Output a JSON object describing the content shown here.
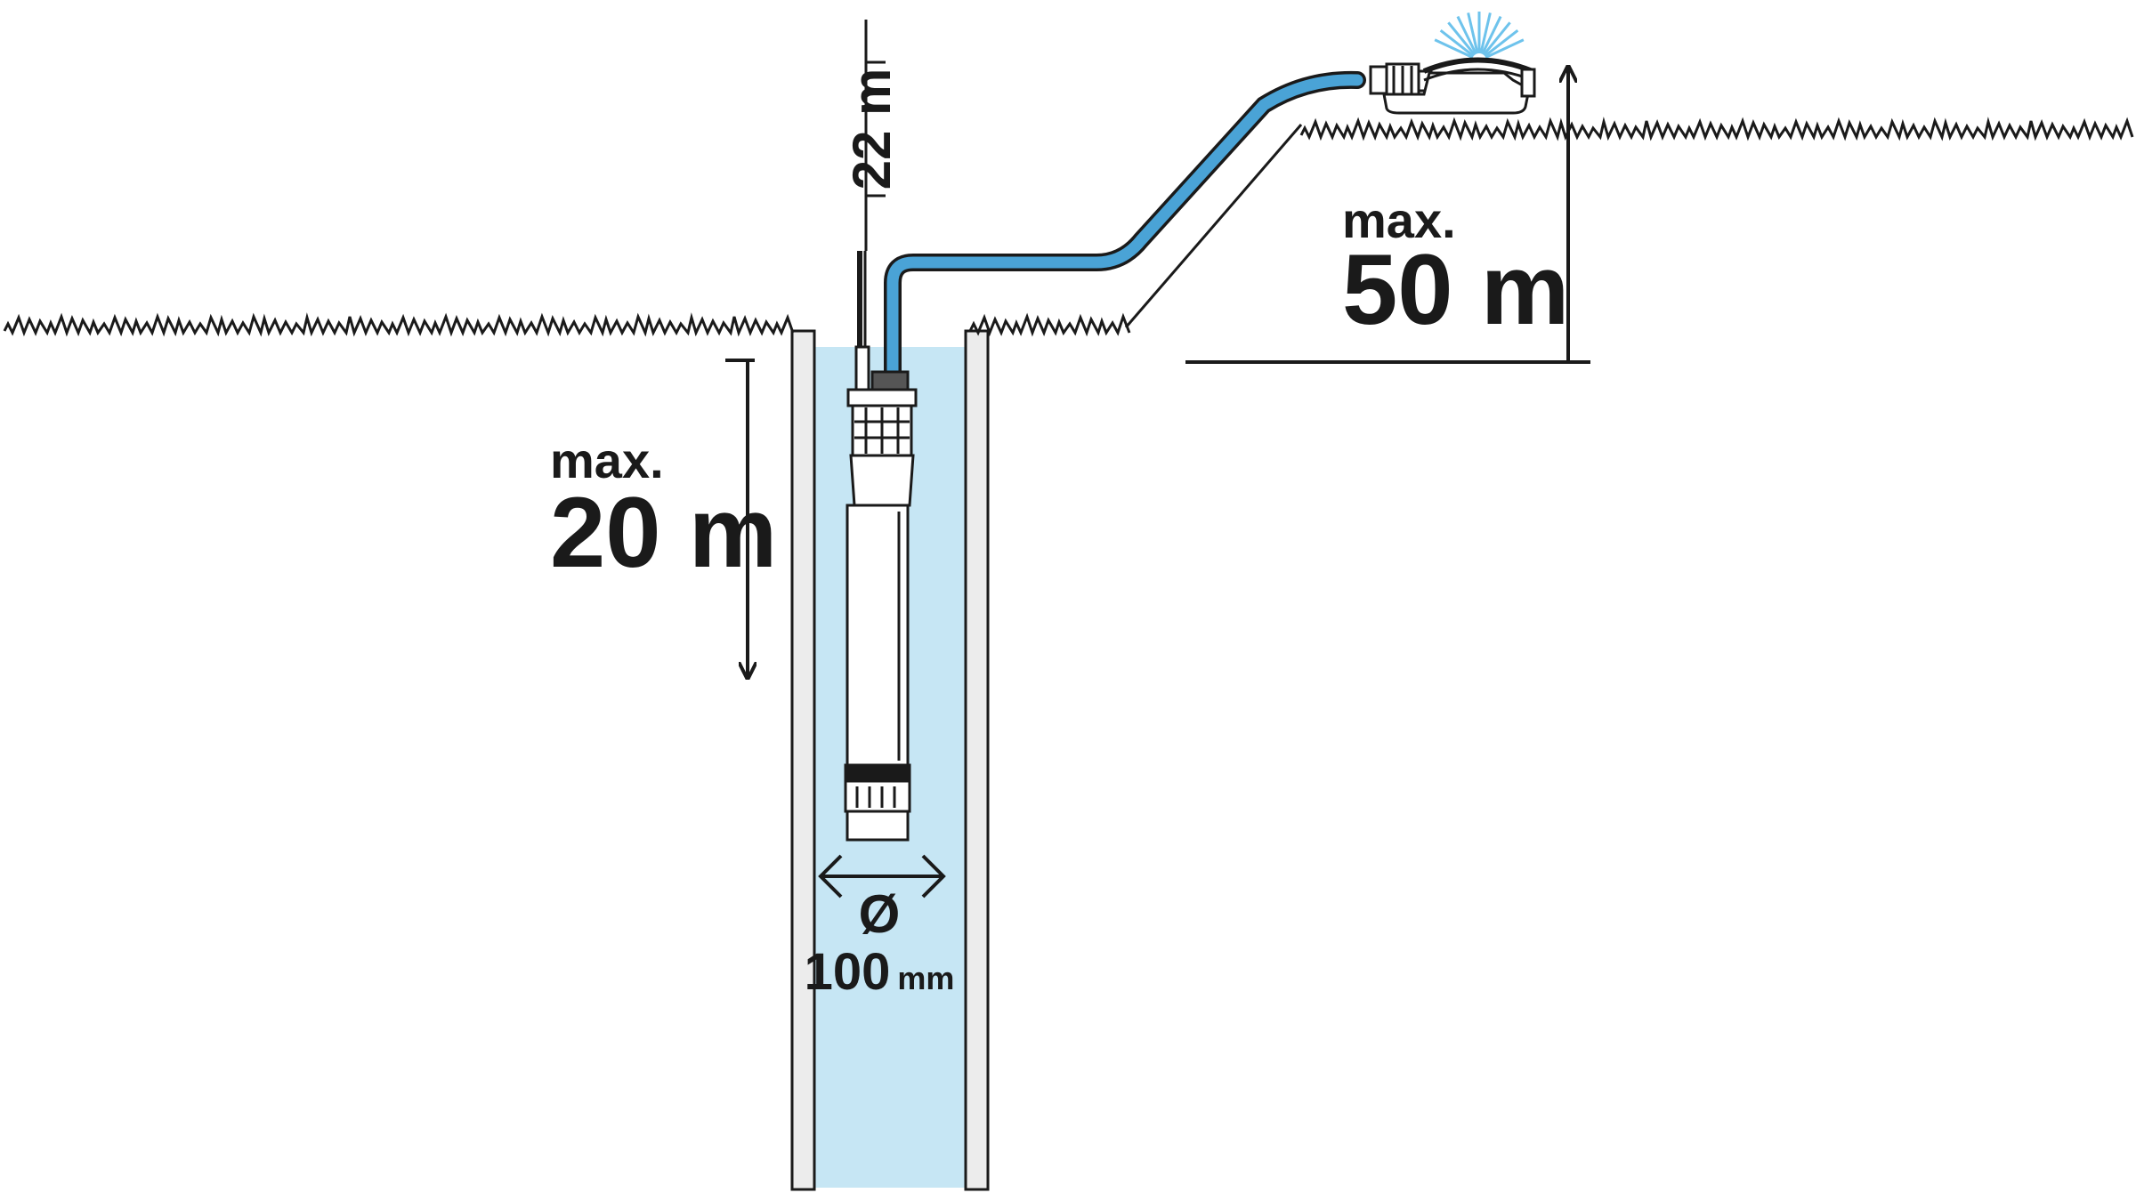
{
  "labels": {
    "depth_prefix": "max.",
    "depth_value": "20 m",
    "head_prefix": "max.",
    "head_value": "50 m",
    "cable_length": "22 m",
    "diameter_symbol": "Ø",
    "diameter_value": "100",
    "diameter_unit": "mm"
  },
  "colors": {
    "water": "#c6e6f4",
    "hose": "#4aa3d6",
    "line": "#1a1a1a",
    "casing": "#ececec",
    "spray": "#6ec3ec"
  },
  "icons": [
    "submersible-pump-icon",
    "sprinkler-icon"
  ]
}
